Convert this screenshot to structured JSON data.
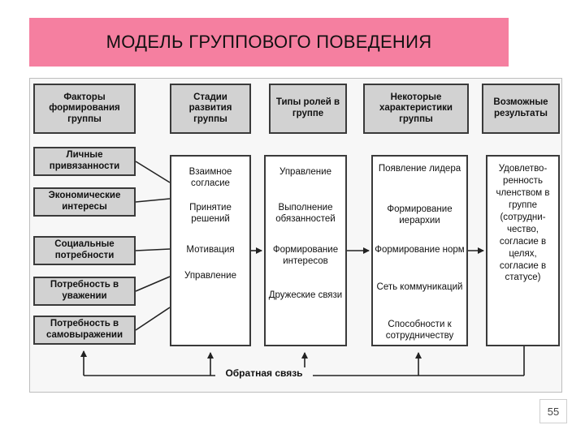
{
  "title": "МОДЕЛЬ ГРУППОВОГО ПОВЕДЕНИЯ",
  "headers": [
    "Факторы формирования группы",
    "Стадии развития группы",
    "Типы ролей в группе",
    "Некоторые характеристики группы",
    "Возможные результаты"
  ],
  "factors": [
    "Личные привязанности",
    "Экономические интересы",
    "Социальные потребности",
    "Потребность в уважении",
    "Потребность в самовыражении"
  ],
  "stages": [
    "Взаимное согласие",
    "Принятие решений",
    "Мотивация",
    "Управление"
  ],
  "roles": [
    "Управление",
    "Выполнение обязанностей",
    "Формирование интересов",
    "Дружеские связи"
  ],
  "characteristics": [
    "Появление лидера",
    "Формирование иерархии",
    "Формирование норм",
    "Сеть коммуникаций",
    "Способности к сотрудничеству"
  ],
  "results": "Удовлетво-ренность членством в группе (сотрудни-чество, согласие в целях, согласие в статусе)",
  "feedback": "Обратная связь",
  "page_number": "55"
}
